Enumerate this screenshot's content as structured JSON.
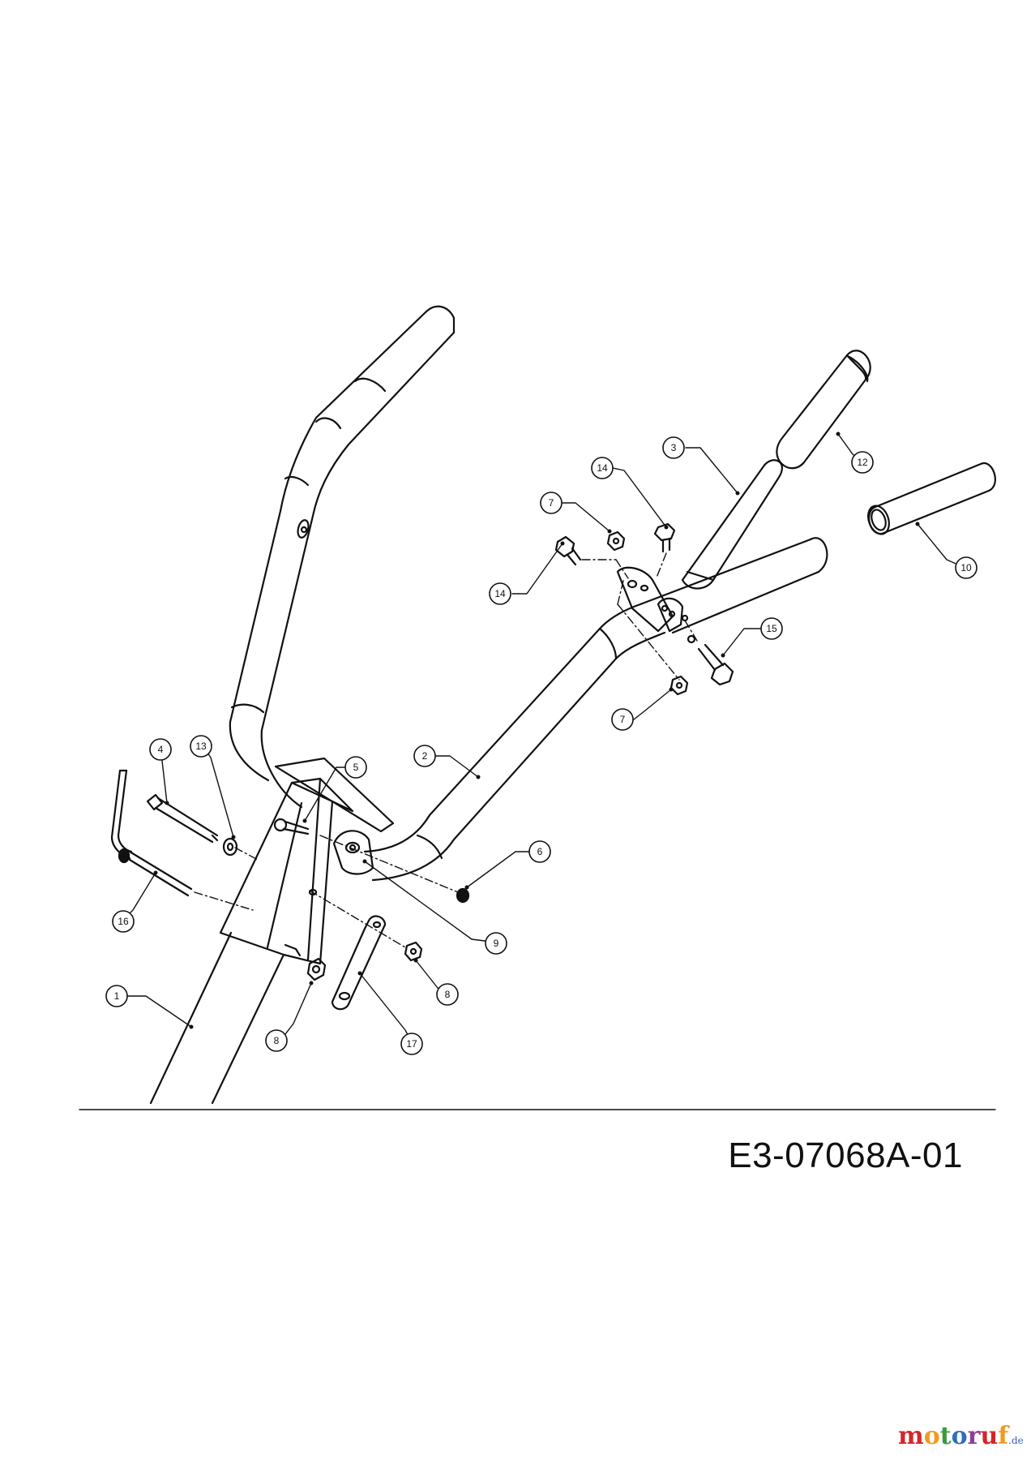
{
  "drawing_code": "E3-07068A-01",
  "brand": {
    "letters": [
      {
        "char": "m",
        "color": "#d4262b"
      },
      {
        "char": "o",
        "color": "#f29a1e"
      },
      {
        "char": "t",
        "color": "#3a9b3d"
      },
      {
        "char": "o",
        "color": "#2f6fb8"
      },
      {
        "char": "r",
        "color": "#8d3f97"
      },
      {
        "char": "u",
        "color": "#d4262b"
      },
      {
        "char": "f",
        "color": "#f29a1e"
      }
    ],
    "tld": ".de"
  },
  "callouts": [
    {
      "id": "c1",
      "label": "1"
    },
    {
      "id": "c2",
      "label": "2"
    },
    {
      "id": "c3",
      "label": "3"
    },
    {
      "id": "c4",
      "label": "4"
    },
    {
      "id": "c5",
      "label": "5"
    },
    {
      "id": "c6",
      "label": "6"
    },
    {
      "id": "c7a",
      "label": "7"
    },
    {
      "id": "c7b",
      "label": "7"
    },
    {
      "id": "c8a",
      "label": "8"
    },
    {
      "id": "c8b",
      "label": "8"
    },
    {
      "id": "c9",
      "label": "9"
    },
    {
      "id": "c10",
      "label": "10"
    },
    {
      "id": "c12",
      "label": "12"
    },
    {
      "id": "c13",
      "label": "13"
    },
    {
      "id": "c14a",
      "label": "14"
    },
    {
      "id": "c14b",
      "label": "14"
    },
    {
      "id": "c15",
      "label": "15"
    },
    {
      "id": "c16",
      "label": "16"
    },
    {
      "id": "c17",
      "label": "17"
    }
  ]
}
